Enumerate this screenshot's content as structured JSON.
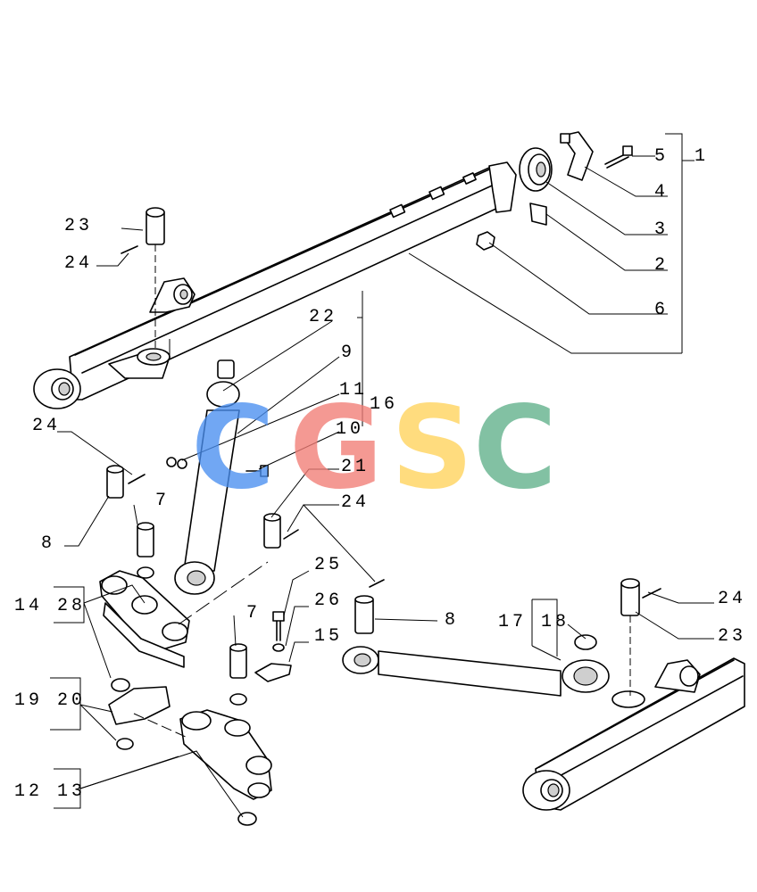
{
  "callouts": {
    "c1": "1",
    "c2": "2",
    "c3": "3",
    "c4": "4",
    "c5": "5",
    "c6": "6",
    "c7a": "7",
    "c7b": "7",
    "c8a": "8",
    "c8b": "8",
    "c9": "9",
    "c10": "10",
    "c11": "11",
    "c15": "15",
    "c16": "16",
    "c21": "21",
    "c22": "22",
    "c23a": "23",
    "c23b": "23",
    "c24a": "24",
    "c24b": "24",
    "c24c": "24",
    "c24d": "24",
    "c25": "25",
    "c26": "26",
    "g14_28": "14 28",
    "g19_20": "19 20",
    "g12_13": "12 13",
    "g17_18": "17 18"
  },
  "watermark": {
    "letters": [
      "C",
      "G",
      "S",
      "C"
    ],
    "colors": [
      "#4a8ff0",
      "#f27d76",
      "#ffd35a",
      "#5fb08a"
    ]
  }
}
